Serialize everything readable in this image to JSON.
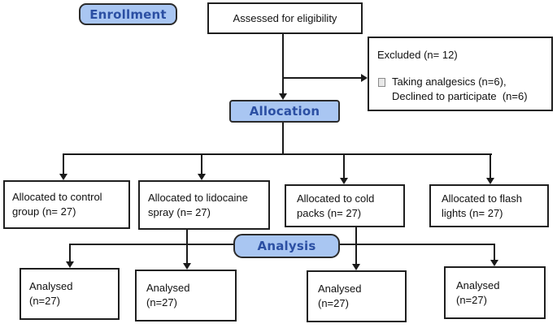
{
  "figure_type": "CONSORT participant flow diagram",
  "stages": {
    "enrollment_label": "Enrollment",
    "allocation_label": "Allocation",
    "analysis_label": "Analysis"
  },
  "boxes": {
    "assessed": "Assessed for eligibility",
    "excluded_title": "Excluded (n= 12)",
    "excluded_reasons": "Taking analgesics (n=6),\nDeclined to participate  (n=6)",
    "allocated": [
      "Allocated to control\ngroup (n= 27)",
      "Allocated to lidocaine\nspray (n= 27)",
      "Allocated to cold\npacks (n= 27)",
      "Allocated to flash\nlights (n= 27)"
    ],
    "analysed": [
      "Analysed\n(n=27)",
      "Analysed\n(n=27)",
      "Analysed\n(n=27)",
      "Analysed\n(n=27)"
    ]
  },
  "colors": {
    "stage_fill": "#a9c6f2",
    "stage_text": "#2b4fa3",
    "stage_border": "#2b2b2b",
    "box_border": "#1f1f1f",
    "line": "#1a1a1a",
    "background": "#ffffff"
  }
}
